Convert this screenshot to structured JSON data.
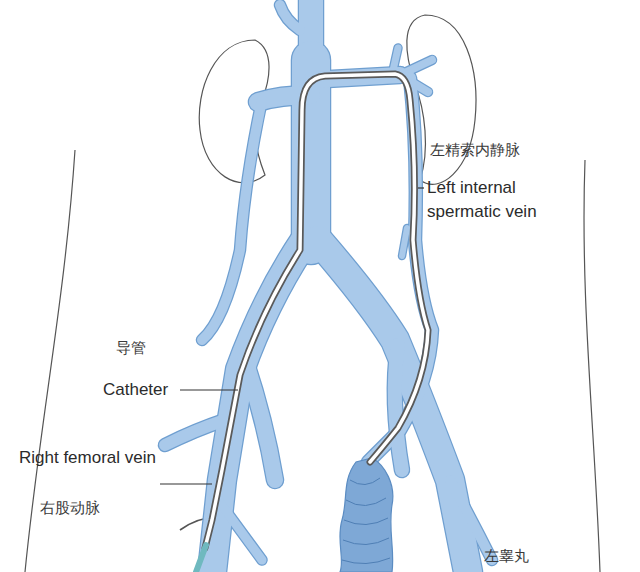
{
  "diagram": {
    "labels": [
      "左精索内静脉",
      "Left internal spermatic vein",
      "导管",
      "Catheter",
      "Right femoral vein",
      "右股动脉",
      "左睾丸"
    ]
  }
}
